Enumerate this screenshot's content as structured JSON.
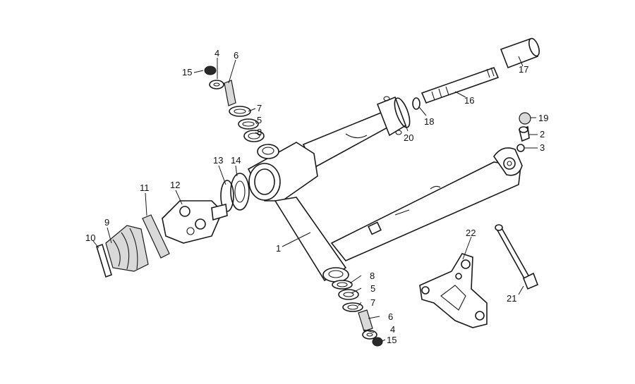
{
  "diagram": {
    "callouts": [
      {
        "id": "c-1",
        "text": "1"
      },
      {
        "id": "c-2",
        "text": "2"
      },
      {
        "id": "c-3",
        "text": "3"
      },
      {
        "id": "c-4-top",
        "text": "4"
      },
      {
        "id": "c-4-bot",
        "text": "4"
      },
      {
        "id": "c-5-top",
        "text": "5"
      },
      {
        "id": "c-5-bot",
        "text": "5"
      },
      {
        "id": "c-6-top",
        "text": "6"
      },
      {
        "id": "c-6-bot",
        "text": "6"
      },
      {
        "id": "c-7-top",
        "text": "7"
      },
      {
        "id": "c-7-bot",
        "text": "7"
      },
      {
        "id": "c-8-top",
        "text": "8"
      },
      {
        "id": "c-8-bot",
        "text": "8"
      },
      {
        "id": "c-9",
        "text": "9"
      },
      {
        "id": "c-10",
        "text": "10"
      },
      {
        "id": "c-11",
        "text": "11"
      },
      {
        "id": "c-12",
        "text": "12"
      },
      {
        "id": "c-13",
        "text": "13"
      },
      {
        "id": "c-14",
        "text": "14"
      },
      {
        "id": "c-15-top",
        "text": "15"
      },
      {
        "id": "c-15-bot",
        "text": "15"
      },
      {
        "id": "c-16",
        "text": "16"
      },
      {
        "id": "c-17",
        "text": "17"
      },
      {
        "id": "c-18",
        "text": "18"
      },
      {
        "id": "c-19",
        "text": "19"
      },
      {
        "id": "c-20",
        "text": "20"
      },
      {
        "id": "c-21",
        "text": "21"
      },
      {
        "id": "c-22",
        "text": "22"
      }
    ]
  }
}
